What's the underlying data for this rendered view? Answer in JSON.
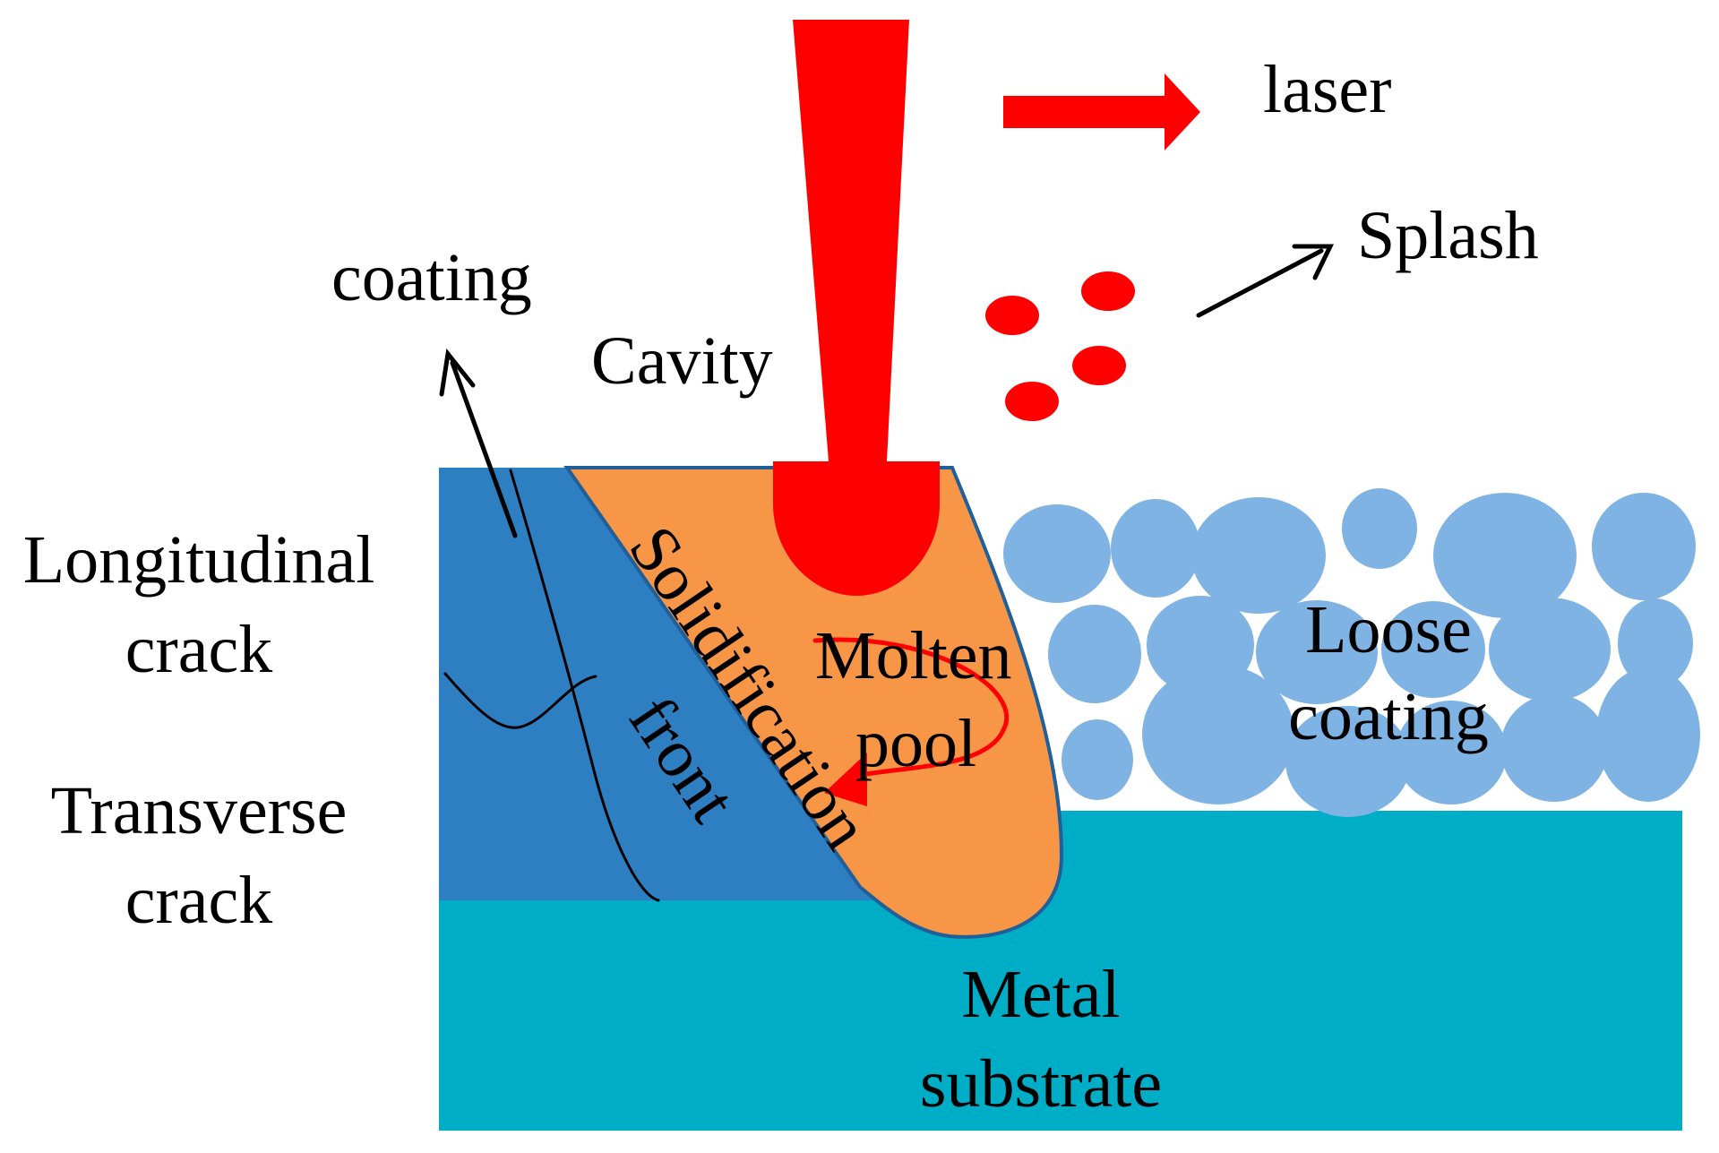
{
  "labels": {
    "laser": "laser",
    "splash": "Splash",
    "coating": "coating",
    "cavity": "Cavity",
    "longitudinal_crack_1": "Longitudinal",
    "longitudinal_crack_2": "crack",
    "transverse_crack_1": "Transverse",
    "transverse_crack_2": "crack",
    "solidification": "Solidification",
    "front": "front",
    "molten": "Molten",
    "pool": "pool",
    "loose": "Loose",
    "loose_coating": "coating",
    "metal": "Metal",
    "substrate": "substrate"
  },
  "colors": {
    "laser": "#ff0000",
    "molten_pool": "#f79646",
    "coating_layer": "#2e7fc1",
    "substrate": "#00adc7",
    "loose_powder": "#7fb3e4",
    "text": "#000000"
  }
}
